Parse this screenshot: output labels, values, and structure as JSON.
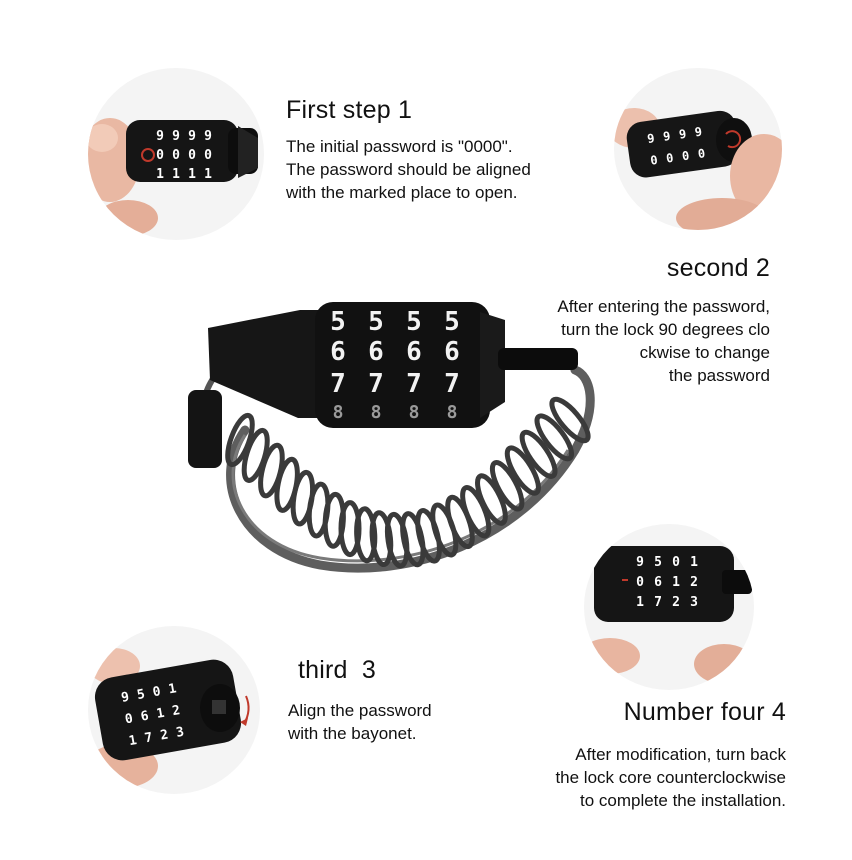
{
  "steps": [
    {
      "title": "First step 1",
      "lines": [
        "The initial password is \"0000\".",
        "The password should be aligned",
        "with the marked place to open."
      ],
      "dial_digits": [
        [
          "9",
          "9",
          "9",
          "9"
        ],
        [
          "0",
          "0",
          "0",
          "0"
        ],
        [
          "1",
          "1",
          "1",
          "1"
        ]
      ]
    },
    {
      "title": "second 2",
      "lines": [
        "After entering the password,",
        "turn the lock 90 degrees clo",
        "ckwise to change",
        "the password"
      ],
      "dial_digits": [
        [
          "9",
          "9",
          "9",
          "9"
        ],
        [
          "0",
          "0",
          "0",
          "0"
        ]
      ]
    },
    {
      "title": "third  3",
      "lines": [
        "Align the password",
        "with the bayonet."
      ],
      "dial_digits": [
        [
          "9",
          "5",
          "0",
          "1"
        ],
        [
          "0",
          "6",
          "1",
          "2"
        ],
        [
          "1",
          "7",
          "2",
          "3"
        ]
      ]
    },
    {
      "title": "Number four 4",
      "lines": [
        "After modification, turn back",
        "the lock core counterclockwise",
        "to complete the installation."
      ],
      "dial_digits": [
        [
          "9",
          "5",
          "0",
          "1"
        ],
        [
          "0",
          "6",
          "1",
          "2"
        ],
        [
          "1",
          "7",
          "2",
          "3"
        ]
      ]
    }
  ],
  "hero": {
    "dial_rows": [
      [
        "5",
        "5",
        "5",
        "5"
      ],
      [
        "6",
        "6",
        "6",
        "6"
      ],
      [
        "7",
        "7",
        "7",
        "7"
      ],
      [
        "8",
        "8",
        "8",
        "8"
      ]
    ]
  },
  "colors": {
    "lock_body": "#141414",
    "cable": "#6d6d6d",
    "skin": "#e8b7a4",
    "accent_red": "#c0392b"
  }
}
